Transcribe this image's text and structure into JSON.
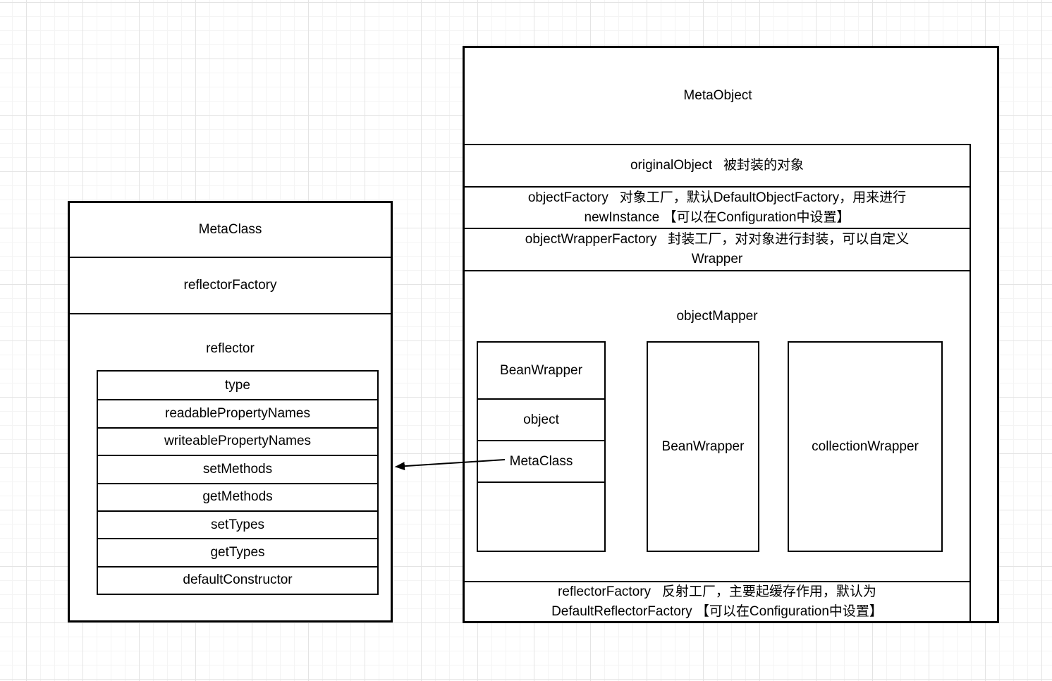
{
  "theme": {
    "background": "#ffffff",
    "grid_minor": "#f4f4f4",
    "grid_major": "#e4e4e4",
    "border_color": "#000000",
    "text_color": "#000000"
  },
  "meta_class": {
    "title": "MetaClass",
    "reflector_factory": "reflectorFactory",
    "reflector_label": "reflector",
    "reflector_rows": [
      "type",
      "readablePropertyNames",
      "writeablePropertyNames",
      "setMethods",
      "getMethods",
      "setTypes",
      "getTypes",
      "defaultConstructor"
    ]
  },
  "meta_object": {
    "title": "MetaObject",
    "original_object": "originalObject   被封装的对象",
    "object_factory_lines": [
      "objectFactory   对象工厂，默认DefaultObjectFactory，用来进行",
      "newInstance 【可以在Configuration中设置】"
    ],
    "object_wrapper_factory_lines": [
      "objectWrapperFactory   封装工厂，对对象进行封装，可以自定义",
      "Wrapper"
    ],
    "object_mapper_label": "objectMapper",
    "bean_wrapper_detail": {
      "title": "BeanWrapper",
      "rows": [
        "object",
        "MetaClass"
      ]
    },
    "bean_wrapper_label": "BeanWrapper",
    "collection_wrapper_label": "collectionWrapper",
    "reflector_factory_lines": [
      "reflectorFactory   反射工厂，主要起缓存作用，默认为",
      "DefaultReflectorFactory 【可以在Configuration中设置】"
    ]
  }
}
